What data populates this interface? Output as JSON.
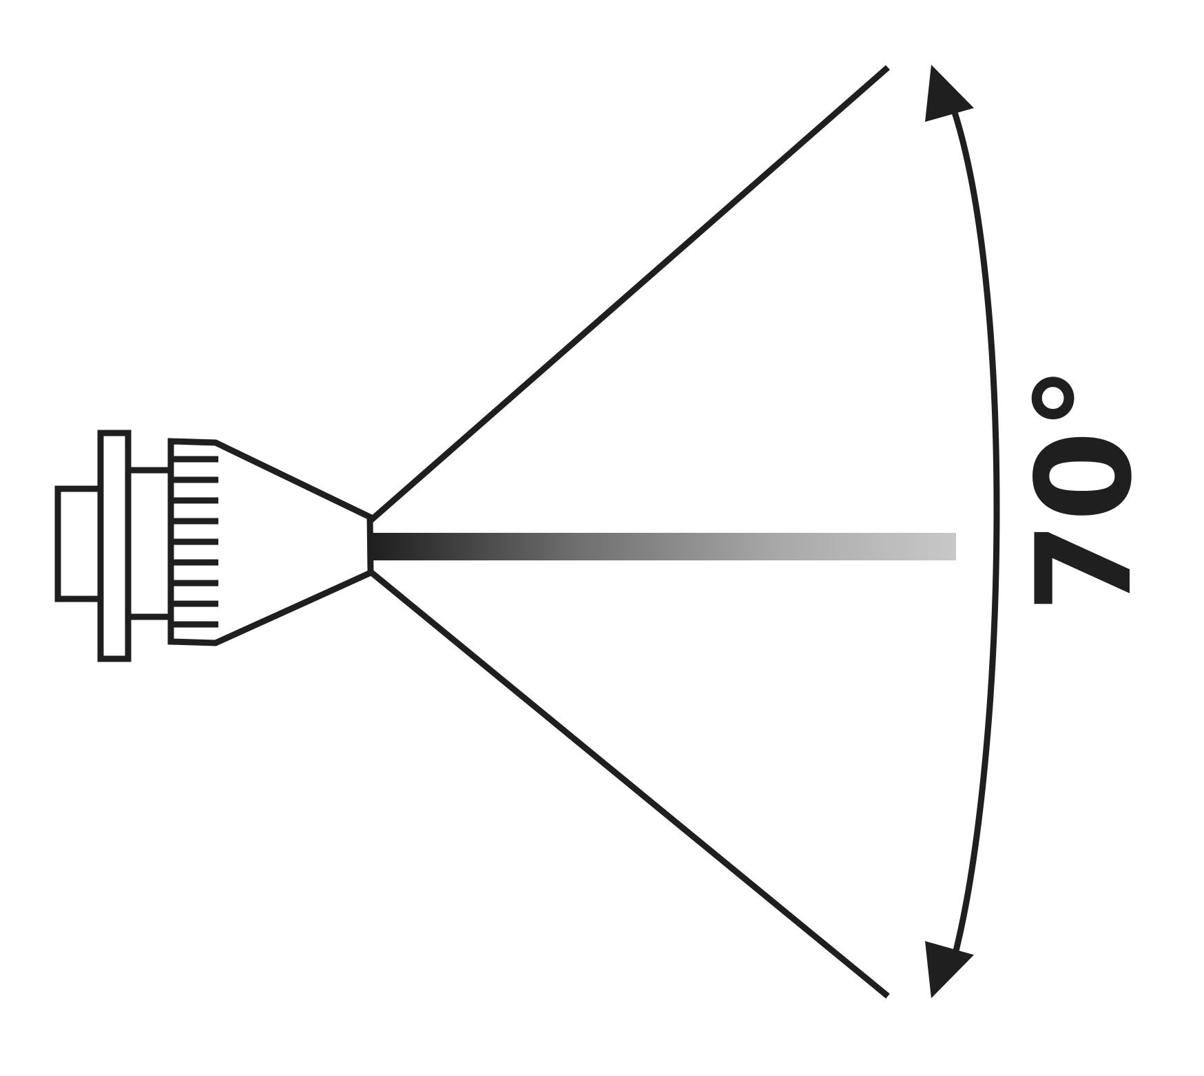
{
  "diagram": {
    "beam_angle_label": "70°",
    "colors": {
      "line": "#1f1f1f",
      "background": "#ffffff",
      "beam_start": "#1f1f1f",
      "beam_end": "#c8c8c8"
    },
    "icons": [
      "spotlight-icon",
      "beam-angle-arc",
      "beam-axis-gradient"
    ]
  }
}
